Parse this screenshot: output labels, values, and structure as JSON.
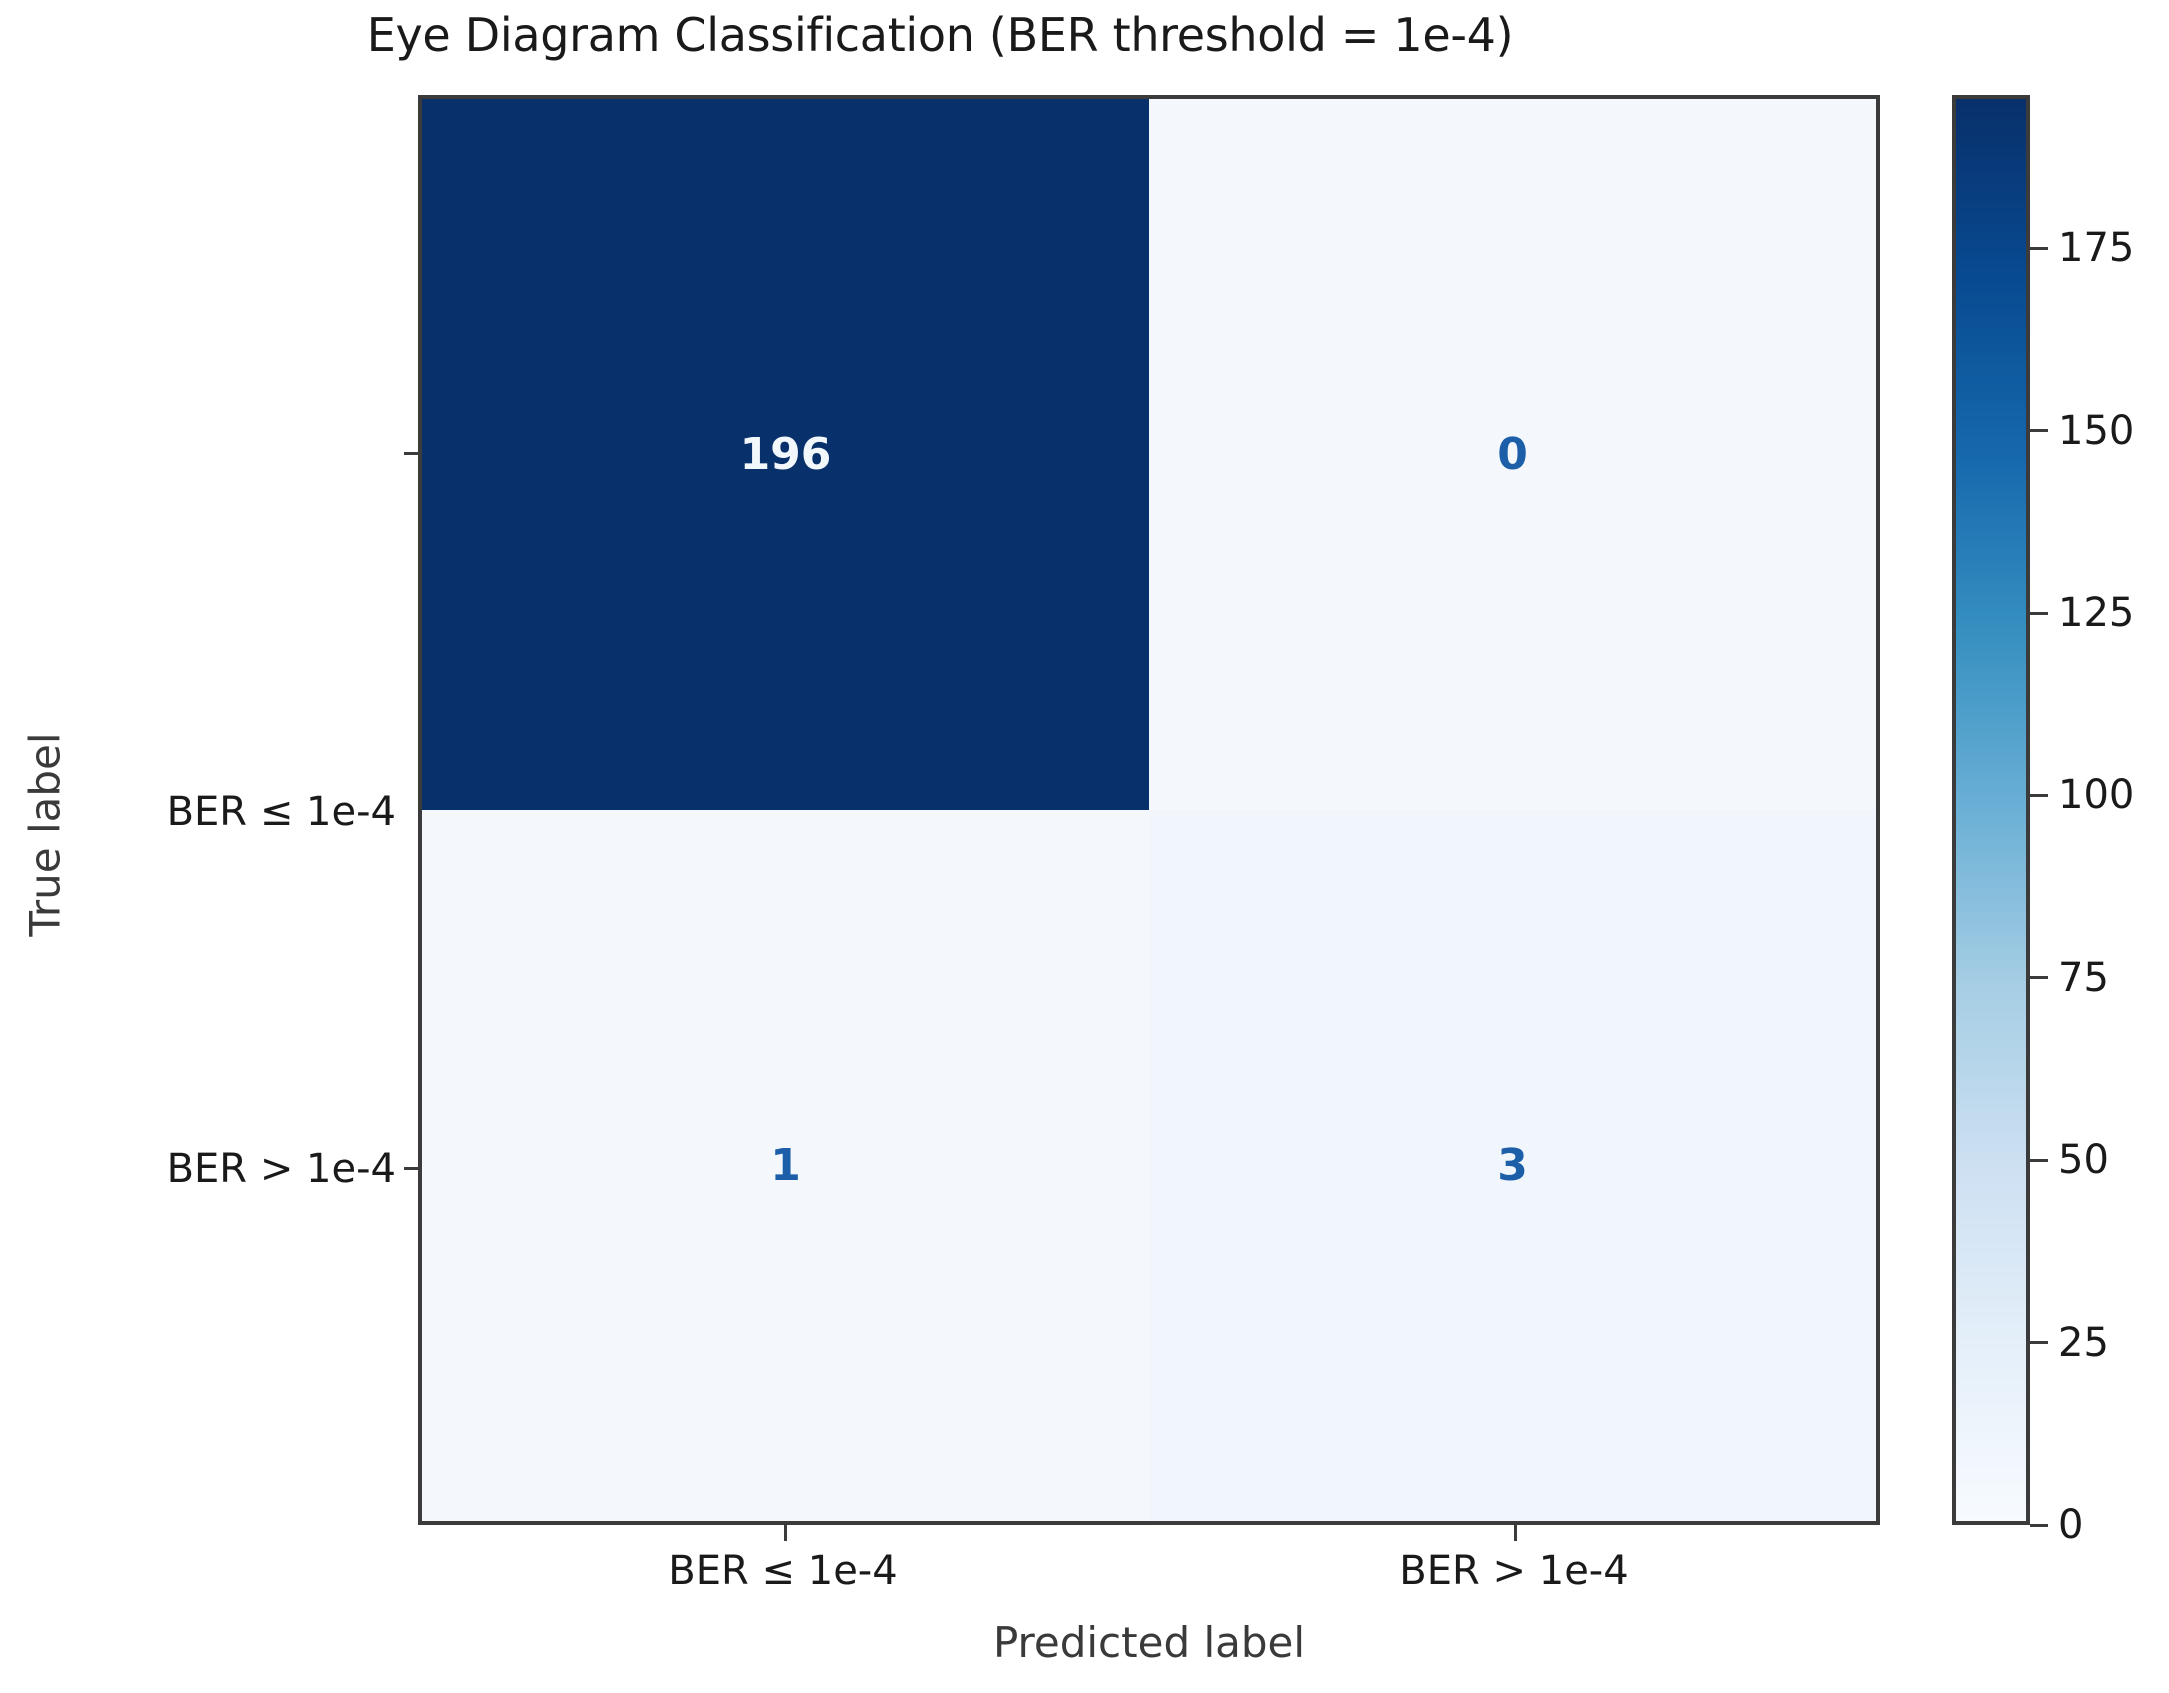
{
  "chart_data": {
    "type": "heatmap",
    "subtype": "confusion-matrix",
    "title": "Eye Diagram Classification (BER threshold = 1e-4)",
    "xlabel": "Predicted label",
    "ylabel": "True label",
    "x_categories": [
      "BER ≤ 1e-4",
      "BER > 1e-4"
    ],
    "y_categories": [
      "BER ≤ 1e-4",
      "BER > 1e-4"
    ],
    "values": [
      [
        196,
        0
      ],
      [
        1,
        3
      ]
    ],
    "cells": [
      {
        "row": 0,
        "col": 0,
        "value": "196",
        "fill": "#08306b",
        "text_color": "#f2f7fc"
      },
      {
        "row": 0,
        "col": 1,
        "value": "0",
        "fill": "#f4f8fd",
        "text_color": "#1c5fa8"
      },
      {
        "row": 1,
        "col": 0,
        "value": "1",
        "fill": "#f4f8fd",
        "text_color": "#1c5fa8"
      },
      {
        "row": 1,
        "col": 1,
        "value": "3",
        "fill": "#f0f6fb",
        "text_color": "#1c5fa8"
      }
    ],
    "colormap": "Blues",
    "colorbar": {
      "ticks": [
        0,
        25,
        50,
        75,
        100,
        125,
        150,
        175
      ],
      "tick_labels": [
        "0",
        "25",
        "50",
        "75",
        "100",
        "125",
        "150",
        "175"
      ],
      "vmin": 0,
      "vmax": 196,
      "position": "right"
    },
    "grid": false,
    "legend": null
  },
  "colors": {
    "max_cell": "#08306b",
    "min_cell": "#f4f8fd",
    "cell_text_light": "#f2f7fc",
    "cell_text_dark": "#1c5fa8",
    "axis_line": "#3b3b3b",
    "title_text": "#1a1a1a",
    "background": "#ffffff"
  }
}
